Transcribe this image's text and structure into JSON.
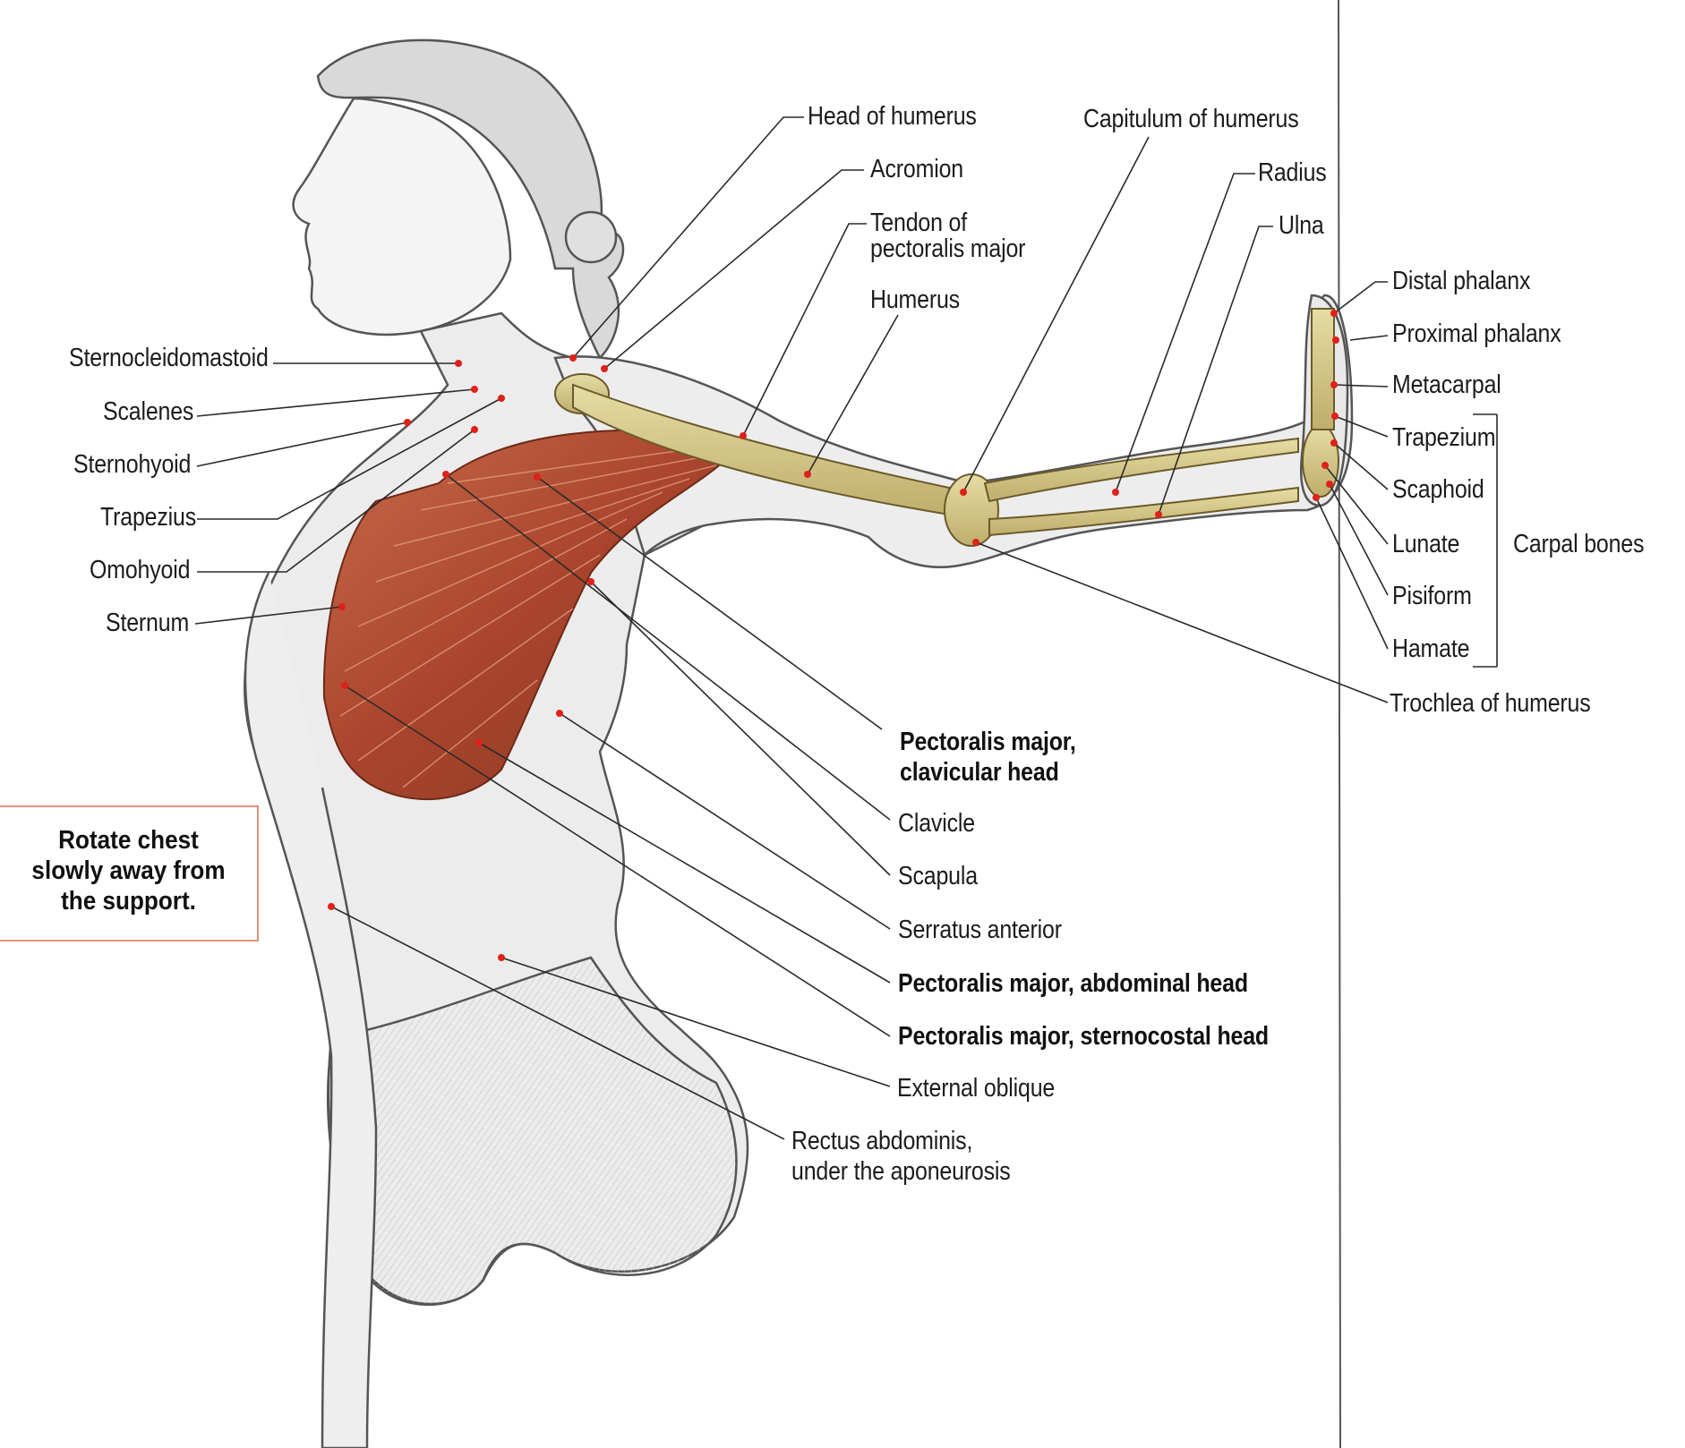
{
  "labels": {
    "sternocleidomastoid": "Sternocleidomastoid",
    "scalenes": "Scalenes",
    "sternohyoid": "Sternohyoid",
    "trapezius": "Trapezius",
    "omohyoid": "Omohyoid",
    "sternum": "Sternum",
    "head_of_humerus": "Head of humerus",
    "acromion": "Acromion",
    "tendon_line1": "Tendon of",
    "tendon_line2": "pectoralis major",
    "humerus": "Humerus",
    "capitulum": "Capitulum of humerus",
    "radius": "Radius",
    "ulna": "Ulna",
    "distal_phalanx": "Distal phalanx",
    "proximal_phalanx": "Proximal phalanx",
    "metacarpal": "Metacarpal",
    "trapezium": "Trapezium",
    "scaphoid": "Scaphoid",
    "lunate": "Lunate",
    "pisiform": "Pisiform",
    "hamate": "Hamate",
    "carpal_bones": "Carpal bones",
    "trochlea": "Trochlea of humerus",
    "pec_clav_line1": "Pectoralis major,",
    "pec_clav_line2": "clavicular head",
    "clavicle": "Clavicle",
    "scapula": "Scapula",
    "serratus": "Serratus anterior",
    "pec_abdominal": "Pectoralis major, abdominal head",
    "pec_sternocostal": "Pectoralis major, sternocostal head",
    "external_oblique": "External oblique",
    "rectus_line1": "Rectus abdominis,",
    "rectus_line2": "under the aponeurosis"
  },
  "instruction": {
    "line1": "Rotate chest",
    "line2": "slowly away from",
    "line3": "the support."
  },
  "colors": {
    "leader_line": "#2a2a2a",
    "marker_dot": "#e0201a",
    "muscle": "#b5563a",
    "bone": "#d8c88a",
    "note_border": "#e3917a"
  }
}
